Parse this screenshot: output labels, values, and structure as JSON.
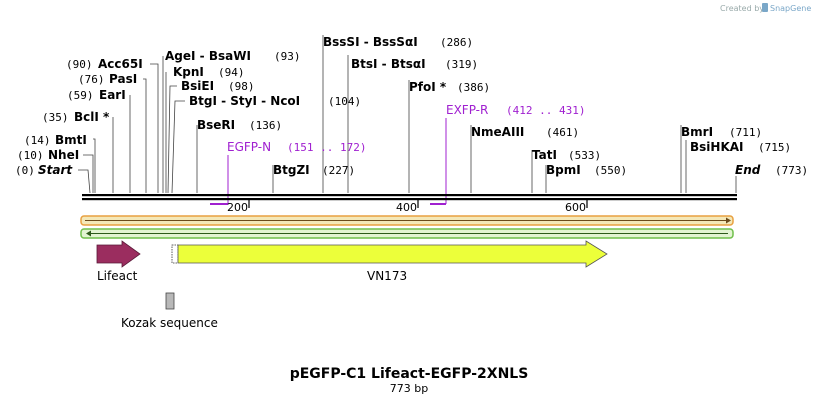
{
  "credit": {
    "prefix": "Created by",
    "brand": "SnapGene"
  },
  "sequence": {
    "name": "pEGFP-C1 Lifeact-EGFP-2XNLS",
    "length_label": "773 bp",
    "length": 773
  },
  "sites": [
    {
      "name": "Start",
      "pos": "(0)",
      "italic": true
    },
    {
      "name": "NheI",
      "pos": "(10)"
    },
    {
      "name": "BmtI",
      "pos": "(14)"
    },
    {
      "name": "BclI *",
      "pos": "(35)"
    },
    {
      "name": "EarI",
      "pos": "(59)"
    },
    {
      "name": "PasI",
      "pos": "(76)"
    },
    {
      "name": "Acc65I",
      "pos": "(90)"
    },
    {
      "name": "AgeI  -  BsaWI",
      "pos": "(93)"
    },
    {
      "name": "KpnI",
      "pos": "(94)"
    },
    {
      "name": "BsiEI",
      "pos": "(98)"
    },
    {
      "name": "BtgI  -  StyI  -  NcoI",
      "pos": "(104)"
    },
    {
      "name": "BseRI",
      "pos": "(136)"
    },
    {
      "name": "BtgZI",
      "pos": "(227)"
    },
    {
      "name": "BssSI  -  BssSαI",
      "pos": "(286)"
    },
    {
      "name": "BtsI  -  BtsαI",
      "pos": "(319)"
    },
    {
      "name": "PfoI *",
      "pos": "(386)"
    },
    {
      "name": "NmeAIII",
      "pos": "(461)"
    },
    {
      "name": "TatI",
      "pos": "(533)"
    },
    {
      "name": "BpmI",
      "pos": "(550)"
    },
    {
      "name": "BmrI",
      "pos": "(711)"
    },
    {
      "name": "BsiHKAI",
      "pos": "(715)"
    },
    {
      "name": "End",
      "pos": "(773)",
      "italic": true
    }
  ],
  "primers": [
    {
      "name": "EGFP-N",
      "range": "(151 .. 172)"
    },
    {
      "name": "EXFP-R",
      "range": "(412 .. 431)"
    }
  ],
  "ruler": {
    "ticks": [
      "200",
      "400",
      "600"
    ]
  },
  "features": [
    {
      "name": "Lifeact",
      "color": "#9b2d5f"
    },
    {
      "name": "VN173",
      "color": "#ecff3a"
    },
    {
      "name": "Kozak sequence",
      "color": "#b8b8b8"
    }
  ],
  "colors": {
    "primer": "#a020d0",
    "orf_forward": "#e8a040",
    "orf_reverse": "#6fbf4a"
  }
}
